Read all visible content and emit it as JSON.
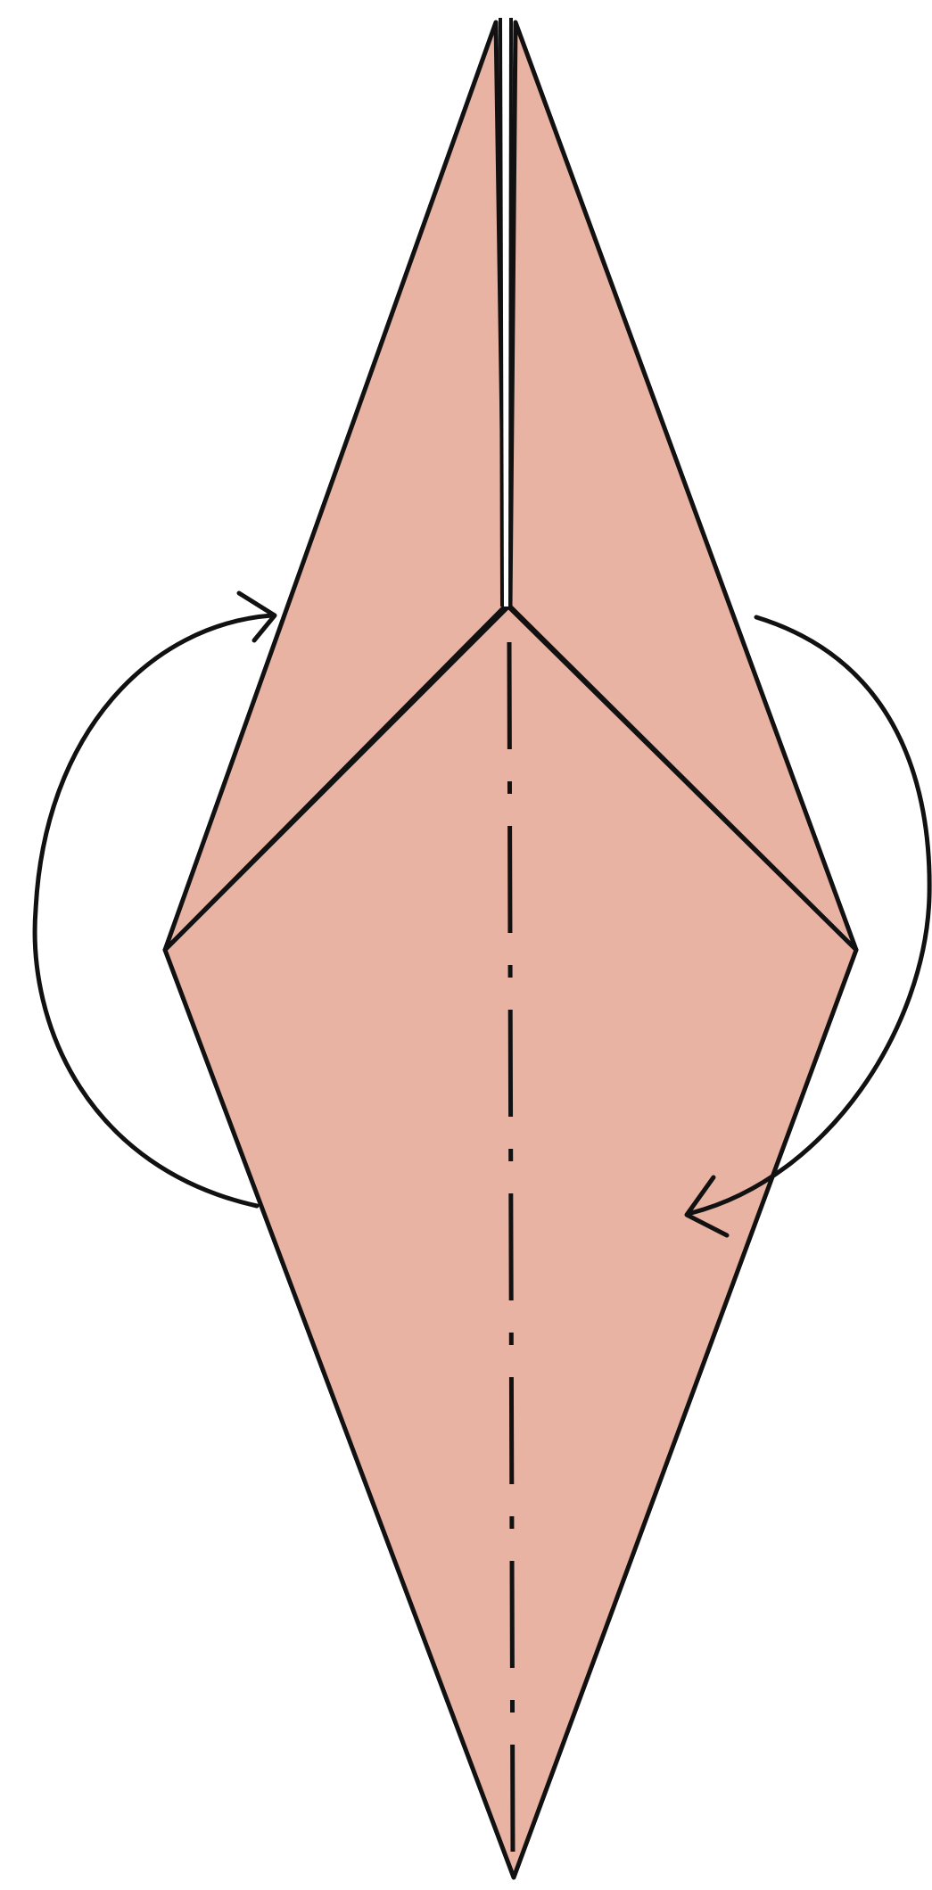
{
  "diagram": {
    "kind": "origami-folding-step",
    "colors": {
      "paper": "#e8b3a3",
      "stroke": "#111111",
      "background": "#ffffff"
    },
    "elements": [
      "upper-left-flap",
      "upper-right-flap",
      "lower-kite",
      "center-slit",
      "valley-fold-line",
      "left-fold-arrow",
      "right-fold-arrow"
    ]
  }
}
